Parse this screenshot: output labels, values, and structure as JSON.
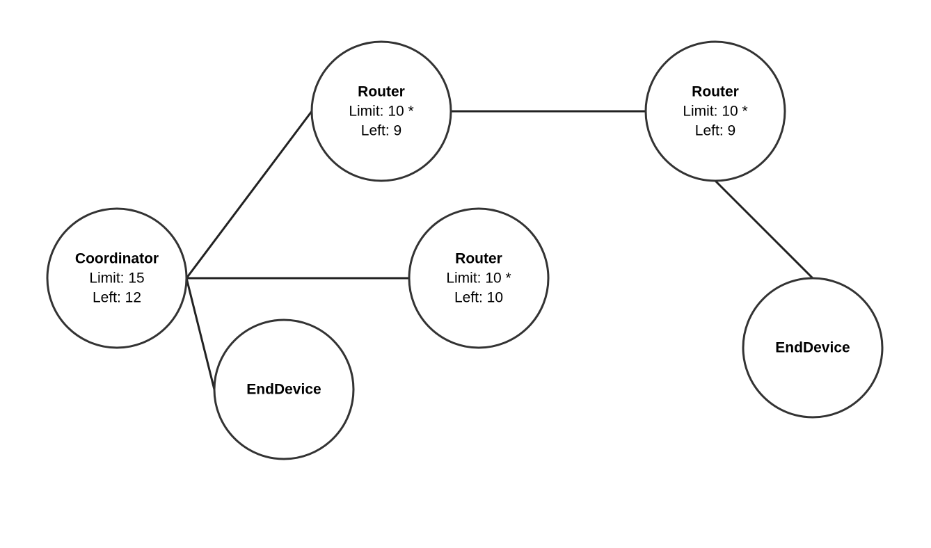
{
  "nodes": [
    {
      "id": "coordinator",
      "title": "Coordinator",
      "lines": [
        "Limit: 15",
        "Left: 12"
      ]
    },
    {
      "id": "router-top-left",
      "title": "Router",
      "lines": [
        "Limit: 10 *",
        "Left: 9"
      ]
    },
    {
      "id": "router-top-right",
      "title": "Router",
      "lines": [
        "Limit: 10 *",
        "Left: 9"
      ]
    },
    {
      "id": "router-middle",
      "title": "Router",
      "lines": [
        "Limit: 10 *",
        "Left: 10"
      ]
    },
    {
      "id": "enddevice-left",
      "title": "EndDevice",
      "lines": []
    },
    {
      "id": "enddevice-right",
      "title": "EndDevice",
      "lines": []
    }
  ],
  "edges": [
    {
      "from": "coordinator",
      "to": "router-top-left"
    },
    {
      "from": "coordinator",
      "to": "router-middle"
    },
    {
      "from": "coordinator",
      "to": "enddevice-left"
    },
    {
      "from": "router-top-left",
      "to": "router-top-right"
    },
    {
      "from": "router-top-right",
      "to": "enddevice-right"
    }
  ],
  "colors": {
    "stroke": "#333333",
    "edge": "#222222",
    "background": "#ffffff",
    "text": "#000000"
  }
}
